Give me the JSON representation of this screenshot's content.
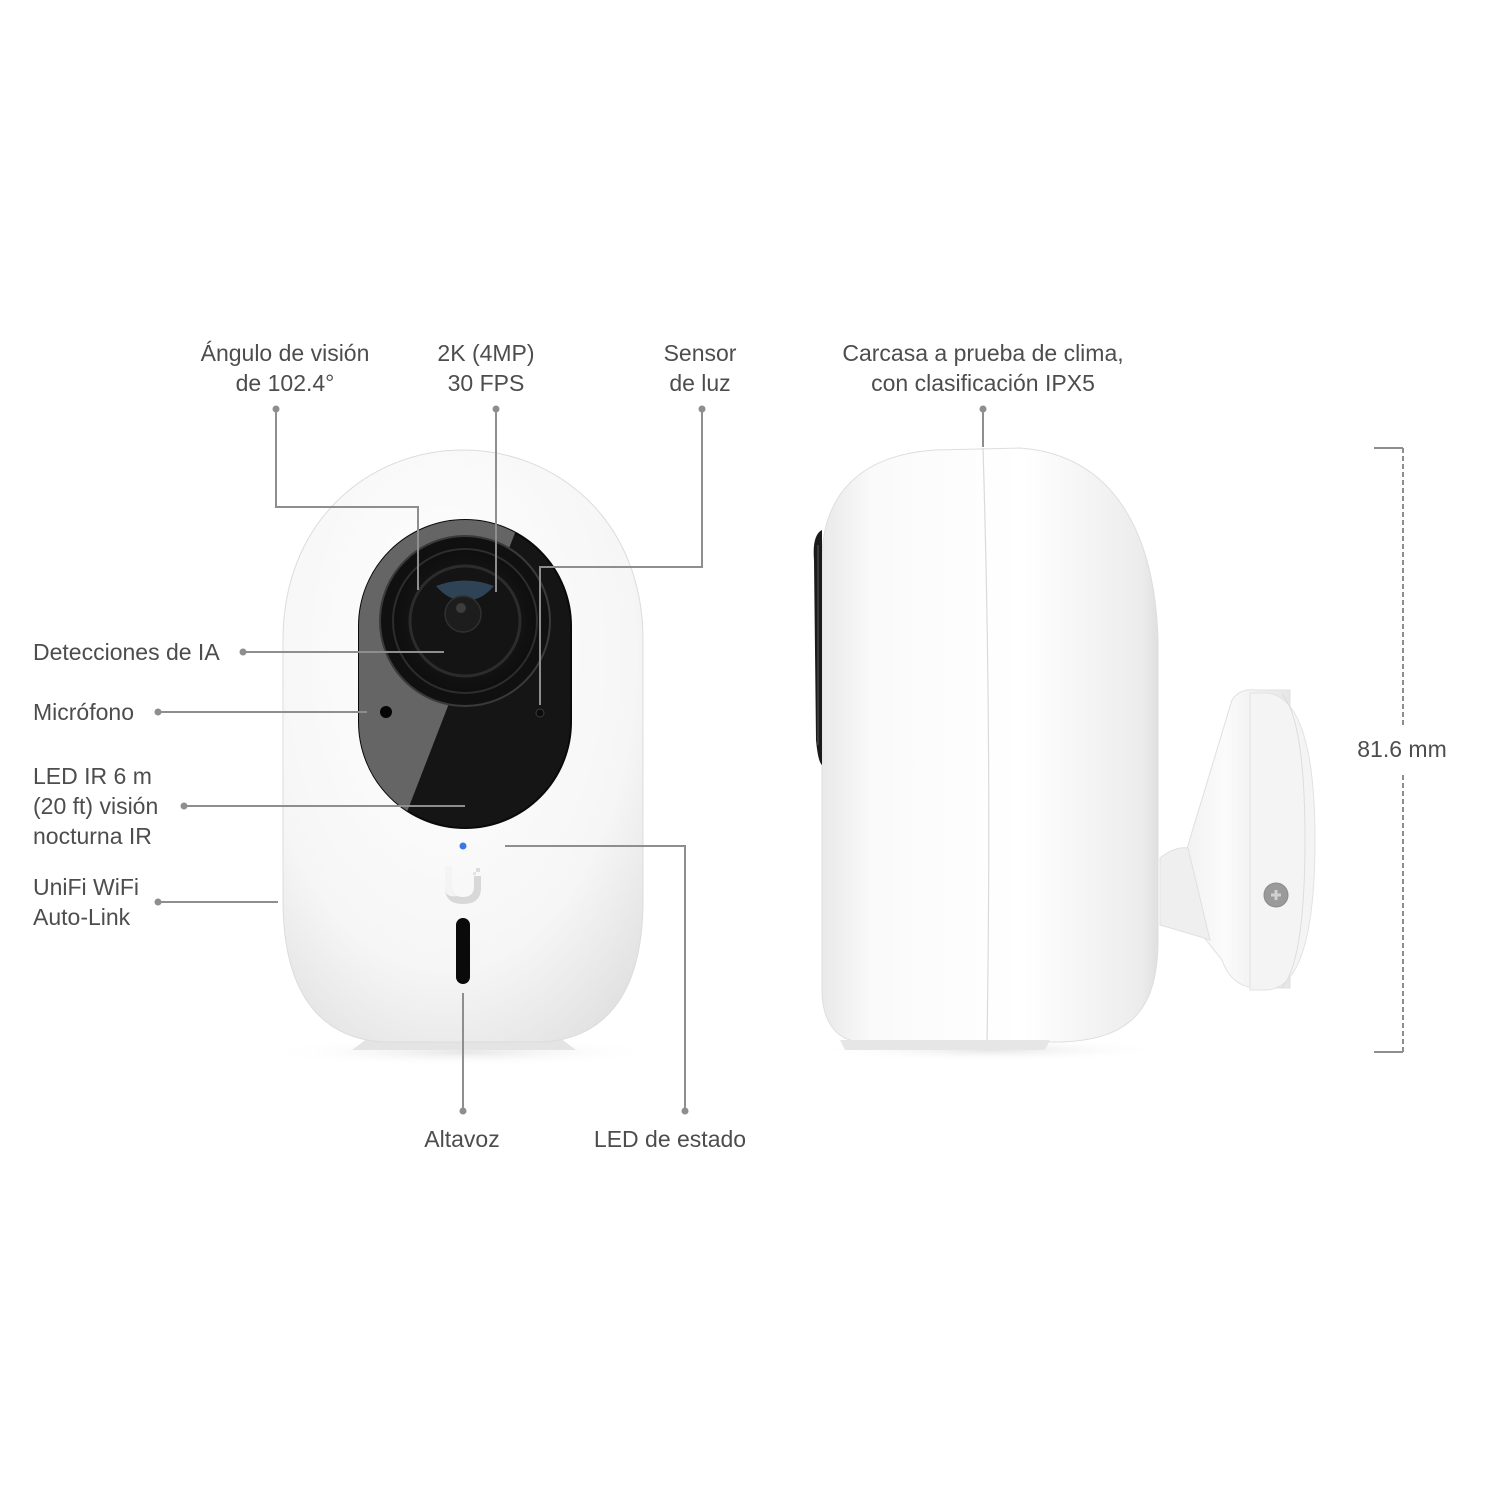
{
  "front_view": {
    "callouts_top": [
      {
        "id": "viewing-angle",
        "lines": [
          "Ángulo de visión",
          "de 102.4°"
        ]
      },
      {
        "id": "resolution",
        "lines": [
          "2K (4MP)",
          "30 FPS"
        ]
      },
      {
        "id": "light-sensor",
        "lines": [
          "Sensor",
          "de luz"
        ]
      }
    ],
    "callouts_left": [
      {
        "id": "ai-detections",
        "lines": [
          "Detecciones de IA"
        ]
      },
      {
        "id": "microphone",
        "lines": [
          "Micrófono"
        ]
      },
      {
        "id": "ir-led",
        "lines": [
          "LED IR 6 m",
          "(20 ft) visión",
          "nocturna IR"
        ]
      },
      {
        "id": "wifi-autolink",
        "lines": [
          "UniFi WiFi",
          "Auto-Link"
        ]
      }
    ],
    "callouts_bottom": [
      {
        "id": "speaker",
        "lines": [
          "Altavoz"
        ]
      },
      {
        "id": "status-led",
        "lines": [
          "LED de estado"
        ]
      }
    ],
    "status_led_color": "#3b78e7",
    "logo": "ubiquiti-u-logo"
  },
  "side_view": {
    "callout_top": {
      "id": "weatherproof-housing",
      "lines": [
        "Carcasa a prueba de clima,",
        "con clasificación IPX5"
      ]
    },
    "dimension": {
      "label": "81.6 mm",
      "orientation": "vertical"
    }
  },
  "colors": {
    "text": "#4d4d4d",
    "leader_line": "#8e8e8e",
    "body_white": "#f7f7f7",
    "lens_black": "#1a1a1a",
    "lens_grey": "#646564"
  }
}
